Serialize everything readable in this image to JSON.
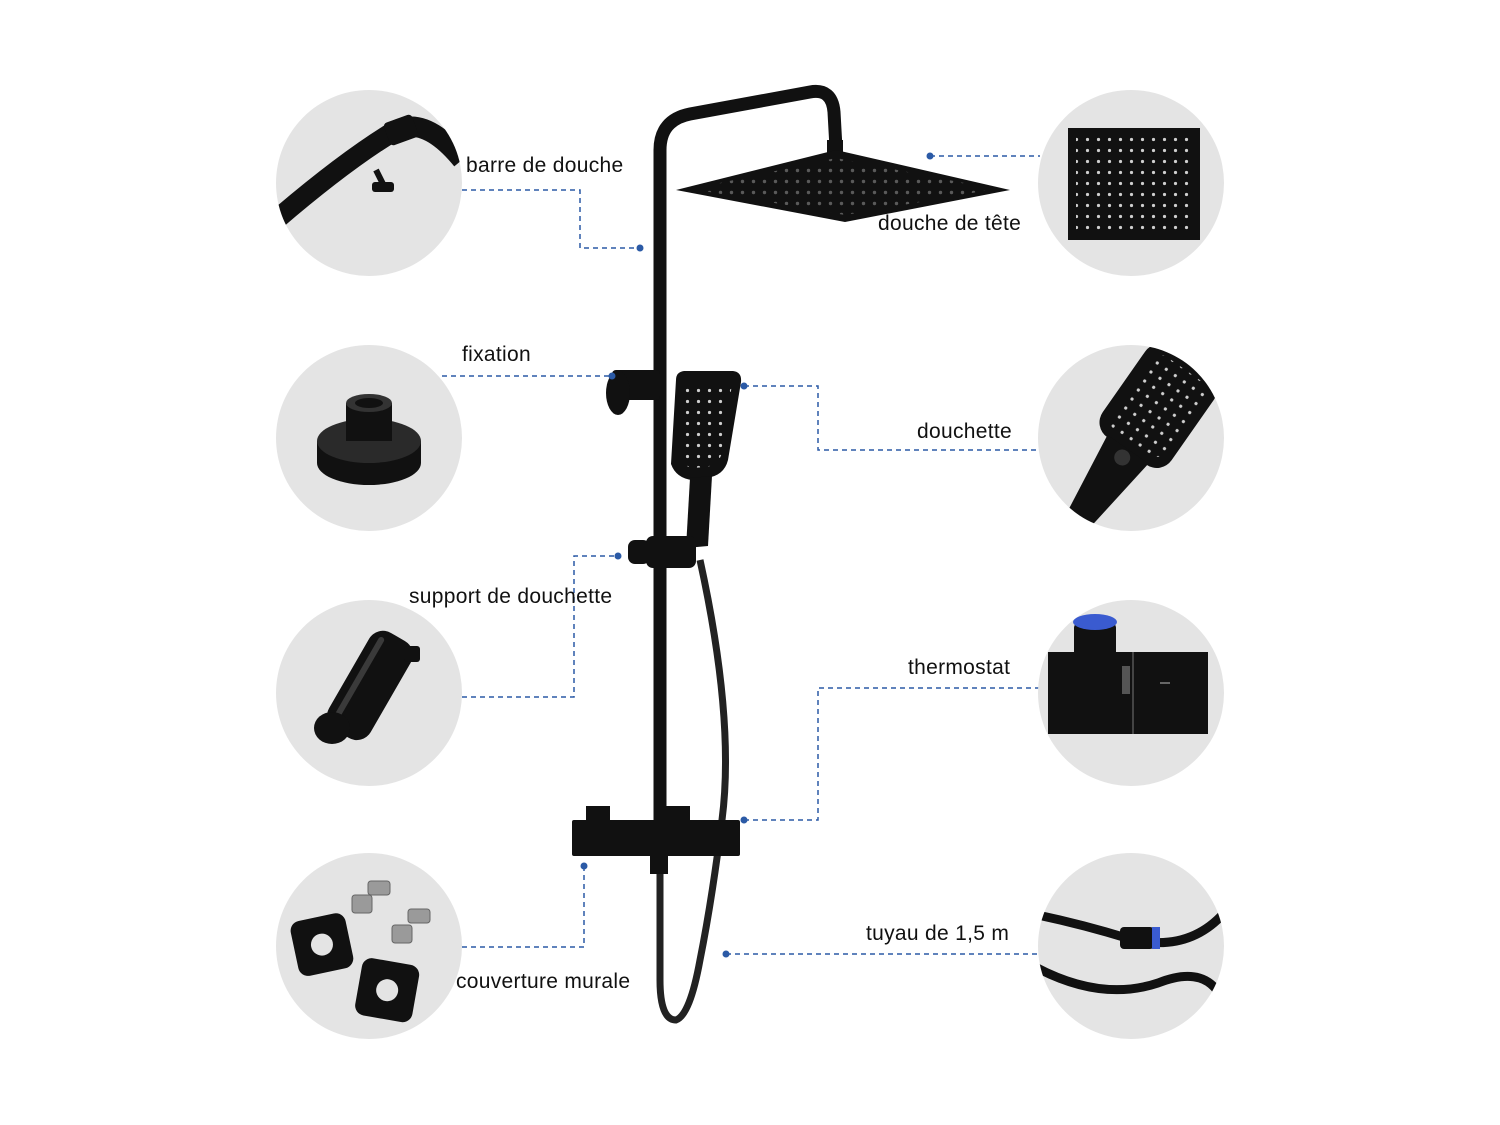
{
  "labels": {
    "barre": "barre de douche",
    "tete": "douche de tête",
    "fixation": "fixation",
    "douchette": "douchette",
    "support": "support de douchette",
    "thermostat": "thermostat",
    "couverture": "couverture murale",
    "tuyau": "tuyau de 1,5 m"
  },
  "icons": {
    "barre": "shower-bar-detail-icon",
    "tete": "square-head-shower-icon",
    "fixation": "wall-fixation-bracket-icon",
    "douchette": "hand-shower-icon",
    "support": "hand-shower-holder-icon",
    "thermostat": "thermostat-valve-icon",
    "couverture": "wall-cover-plates-icon",
    "tuyau": "shower-hose-icon"
  },
  "colors": {
    "product": "#111111",
    "leader": "#2b5aa6",
    "circle": "#e4e4e4"
  }
}
